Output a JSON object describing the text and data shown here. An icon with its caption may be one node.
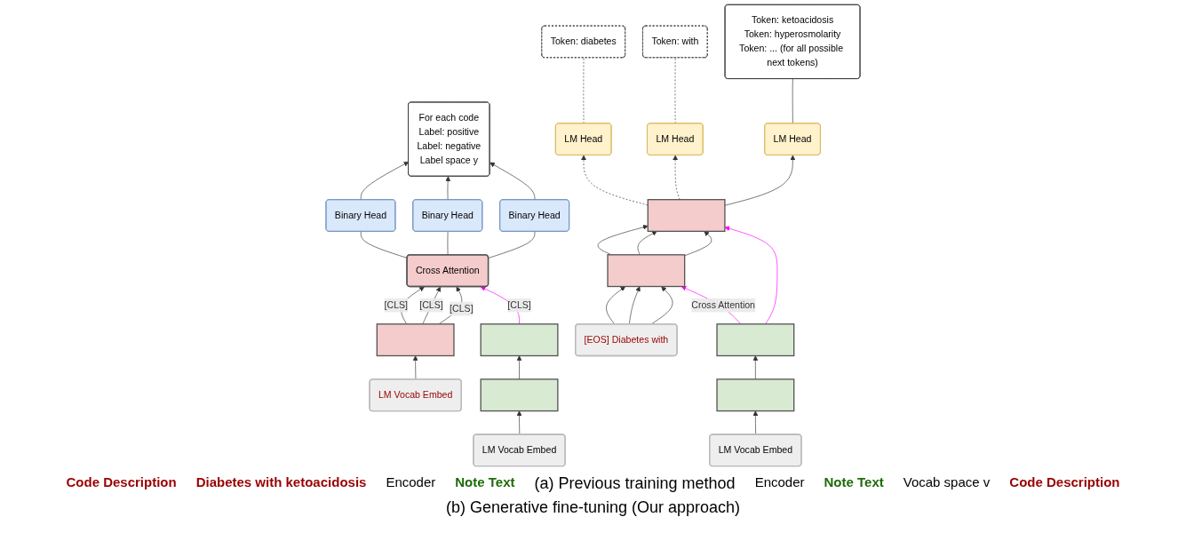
{
  "diagram": {
    "nodes": [
      {
        "text": [
          "LM Vocab Embed"
        ]
      },
      {
        "text": [],
        "shape": "bar"
      },
      {
        "text": [],
        "shape": "bar"
      },
      {
        "text": [
          "LM Vocab Embed"
        ]
      },
      {
        "text": [],
        "shape": "bar"
      },
      {
        "text": [
          "Cross Attention"
        ]
      },
      {
        "text": [
          "Binary Head"
        ]
      },
      {
        "text": [
          "Binary Head"
        ]
      },
      {
        "text": [
          "Binary Head"
        ]
      },
      {
        "text": [
          "For each code",
          "Label: positive",
          "Label: negative",
          "Label space y"
        ]
      },
      {
        "text": [
          "LM Vocab Embed"
        ]
      },
      {
        "text": [],
        "shape": "bar"
      },
      {
        "text": [],
        "shape": "bar"
      },
      {
        "text": [
          "[EOS] Diabetes with"
        ]
      },
      {
        "text": [],
        "shape": "bar"
      },
      {
        "text": [],
        "shape": "bar"
      },
      {
        "text": [
          "LM Head"
        ]
      },
      {
        "text": [
          "LM Head"
        ]
      },
      {
        "text": [
          "LM Head"
        ]
      },
      {
        "text": [
          "Token: diabetes"
        ]
      },
      {
        "text": [
          "Token: with"
        ]
      },
      {
        "text": [
          "Token: ketoacidosis",
          "Token: hyperosmolarity",
          "Token: ... (for all possible next tokens)"
        ]
      }
    ],
    "edges": [
      {
        "from": 0,
        "to": 1,
        "arrow": "to"
      },
      {
        "from": 1,
        "to": 2,
        "arrow": "to"
      },
      {
        "from": 3,
        "to": 4,
        "arrow": "to"
      },
      {
        "from": 4,
        "to": 5,
        "label": "[CLS]",
        "arrow": "to"
      },
      {
        "from": 4,
        "to": 5,
        "label": "[CLS]",
        "arrow": "to"
      },
      {
        "from": 4,
        "to": 5,
        "label": "[CLS]",
        "arrow": "to"
      },
      {
        "from": 2,
        "to": 5,
        "label": "[CLS]",
        "arrow": "to",
        "color": "#ff00ff"
      },
      {
        "from": 5,
        "to": 6,
        "arrow": "none"
      },
      {
        "from": 5,
        "to": 7,
        "arrow": "none"
      },
      {
        "from": 5,
        "to": 8,
        "arrow": "none"
      },
      {
        "from": 6,
        "to": 9,
        "arrow": "to"
      },
      {
        "from": 7,
        "to": 9,
        "arrow": "to"
      },
      {
        "from": 8,
        "to": 9,
        "arrow": "to"
      },
      {
        "from": 10,
        "to": 11,
        "arrow": "to"
      },
      {
        "from": 11,
        "to": 12,
        "arrow": "to"
      },
      {
        "from": 13,
        "to": 14,
        "arrow": "to"
      },
      {
        "from": 13,
        "to": 14,
        "arrow": "to"
      },
      {
        "from": 13,
        "to": 14,
        "arrow": "to"
      },
      {
        "from": 12,
        "to": 14,
        "label": "Cross Attention",
        "arrow": "to",
        "color": "#ff00ff"
      },
      {
        "from": 14,
        "to": 15,
        "arrow": "to"
      },
      {
        "from": 14,
        "to": 15,
        "arrow": "to"
      },
      {
        "from": 14,
        "to": 15,
        "arrow": "to"
      },
      {
        "from": 12,
        "to": 15,
        "arrow": "to",
        "color": "#ff00ff"
      },
      {
        "from": 15,
        "to": 16,
        "arrow": "to",
        "style": "dashed"
      },
      {
        "from": 15,
        "to": 17,
        "arrow": "to",
        "style": "dashed"
      },
      {
        "from": 15,
        "to": 18,
        "arrow": "to"
      },
      {
        "from": 16,
        "to": 19,
        "arrow": "none",
        "style": "dashed"
      },
      {
        "from": 17,
        "to": 20,
        "arrow": "none",
        "style": "dashed"
      },
      {
        "from": 18,
        "to": 21,
        "arrow": "none"
      }
    ],
    "labels": [
      "Code Description",
      "Diabetes with ketoacidosis",
      "Encoder",
      "Note Text",
      "(a) Previous training method",
      "Encoder",
      "Note Text",
      "Vocab space v",
      "Code Description",
      "(b) Generative fine-tuning (Our approach)"
    ]
  }
}
